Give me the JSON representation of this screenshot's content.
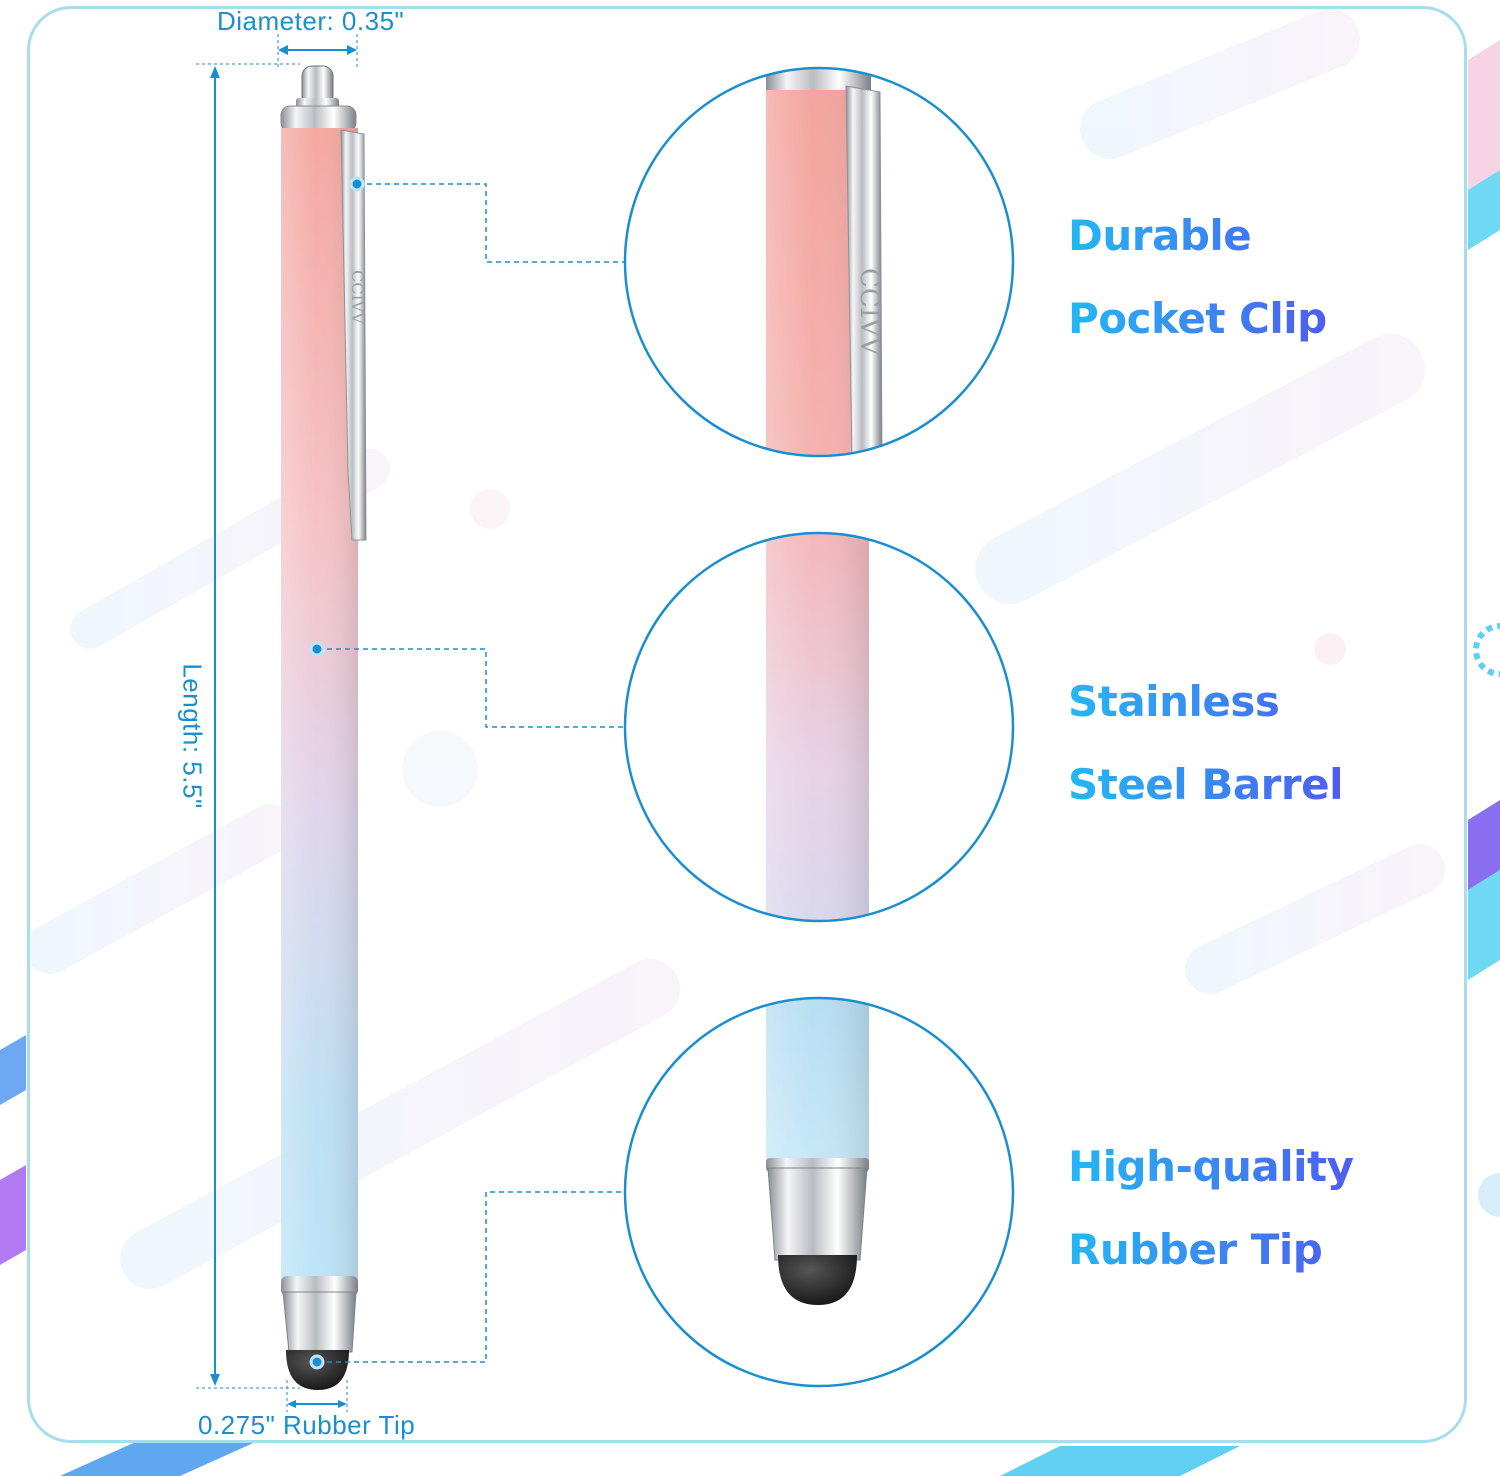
{
  "dimensions": {
    "diameter": "Diameter: 0.35\"",
    "length": "Length: 5.5\"",
    "tip": "0.275\" Rubber Tip"
  },
  "brand": {
    "clip_text": "CCIVV"
  },
  "features": [
    {
      "line1": "Durable",
      "line2": "Pocket Clip"
    },
    {
      "line1": "Stainless",
      "line2": "Steel Barrel"
    },
    {
      "line1": "High-quality",
      "line2": "Rubber Tip"
    }
  ],
  "colors": {
    "accent_blue": "#1a8fcf",
    "heading_start": "#23b8f2",
    "heading_end": "#4f5cf0",
    "pen_pink": "#f2a7a3",
    "pen_lilac": "#dcd8ee",
    "pen_blue": "#bfe4f6",
    "card_border": "#a8dcef"
  }
}
